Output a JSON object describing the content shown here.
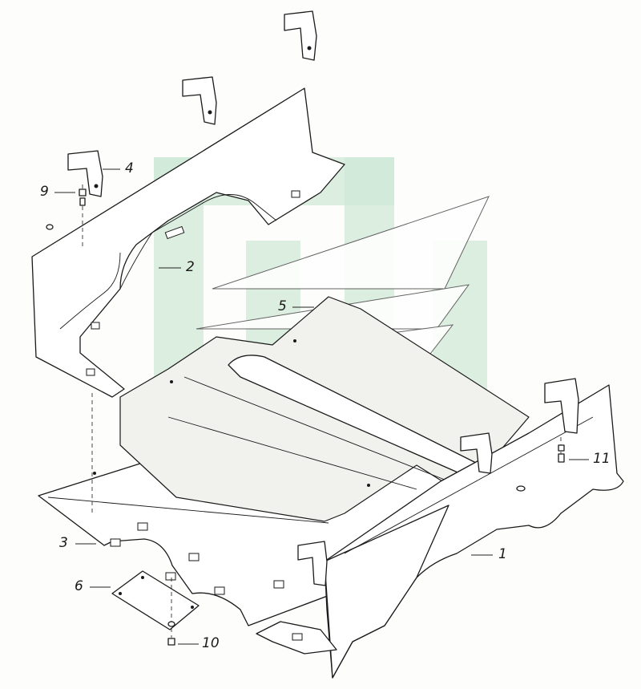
{
  "figure": {
    "callouts": [
      {
        "id": "1",
        "text": "1"
      },
      {
        "id": "2",
        "text": "2"
      },
      {
        "id": "3",
        "text": "3"
      },
      {
        "id": "4",
        "text": "4"
      },
      {
        "id": "5",
        "text": "5"
      },
      {
        "id": "6",
        "text": "6"
      },
      {
        "id": "9",
        "text": "9"
      },
      {
        "id": "10",
        "text": "10"
      },
      {
        "id": "11",
        "text": "11"
      }
    ],
    "colors": {
      "line": "#1a1a1a",
      "watermark": "#cfe8d7"
    }
  }
}
